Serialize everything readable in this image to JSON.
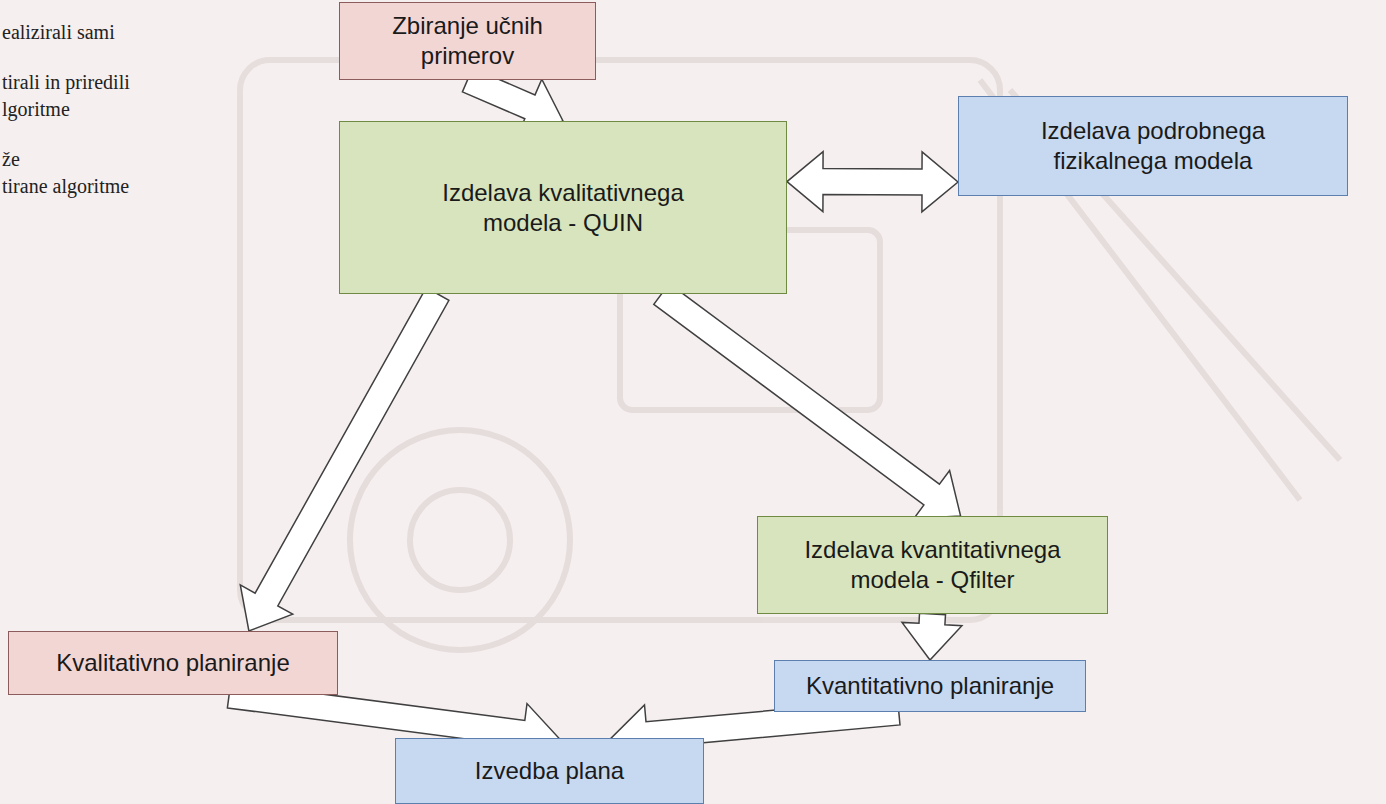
{
  "diagram": {
    "nodes": [
      {
        "text": [
          "Zbiranje učnih primerov"
        ]
      },
      {
        "text": [
          "Izdelava kvalitativnega modela - QUIN"
        ]
      },
      {
        "text": [
          "Izdelava podrobnega fizikalnega modela"
        ]
      },
      {
        "text": [
          "Kvalitativno planiranje"
        ]
      },
      {
        "text": [
          "Izdelava kvantitativnega modela - Qfilter"
        ]
      },
      {
        "text": [
          "Kvantitativno planiranje"
        ]
      },
      {
        "text": [
          "Izvedba plana"
        ]
      }
    ],
    "edges": [
      {
        "from": 0,
        "to": 1,
        "arrow": "to"
      },
      {
        "from": 1,
        "to": 2,
        "arrow": "both"
      },
      {
        "from": 1,
        "to": 3,
        "arrow": "to"
      },
      {
        "from": 1,
        "to": 4,
        "arrow": "to"
      },
      {
        "from": 4,
        "to": 5,
        "arrow": "to"
      },
      {
        "from": 3,
        "to": 6,
        "arrow": "to"
      },
      {
        "from": 5,
        "to": 6,
        "arrow": "to"
      }
    ],
    "labels": [
      "ealizirali sami",
      "tirali in priredili",
      "lgoritme",
      "že",
      "tirane algoritme"
    ]
  }
}
